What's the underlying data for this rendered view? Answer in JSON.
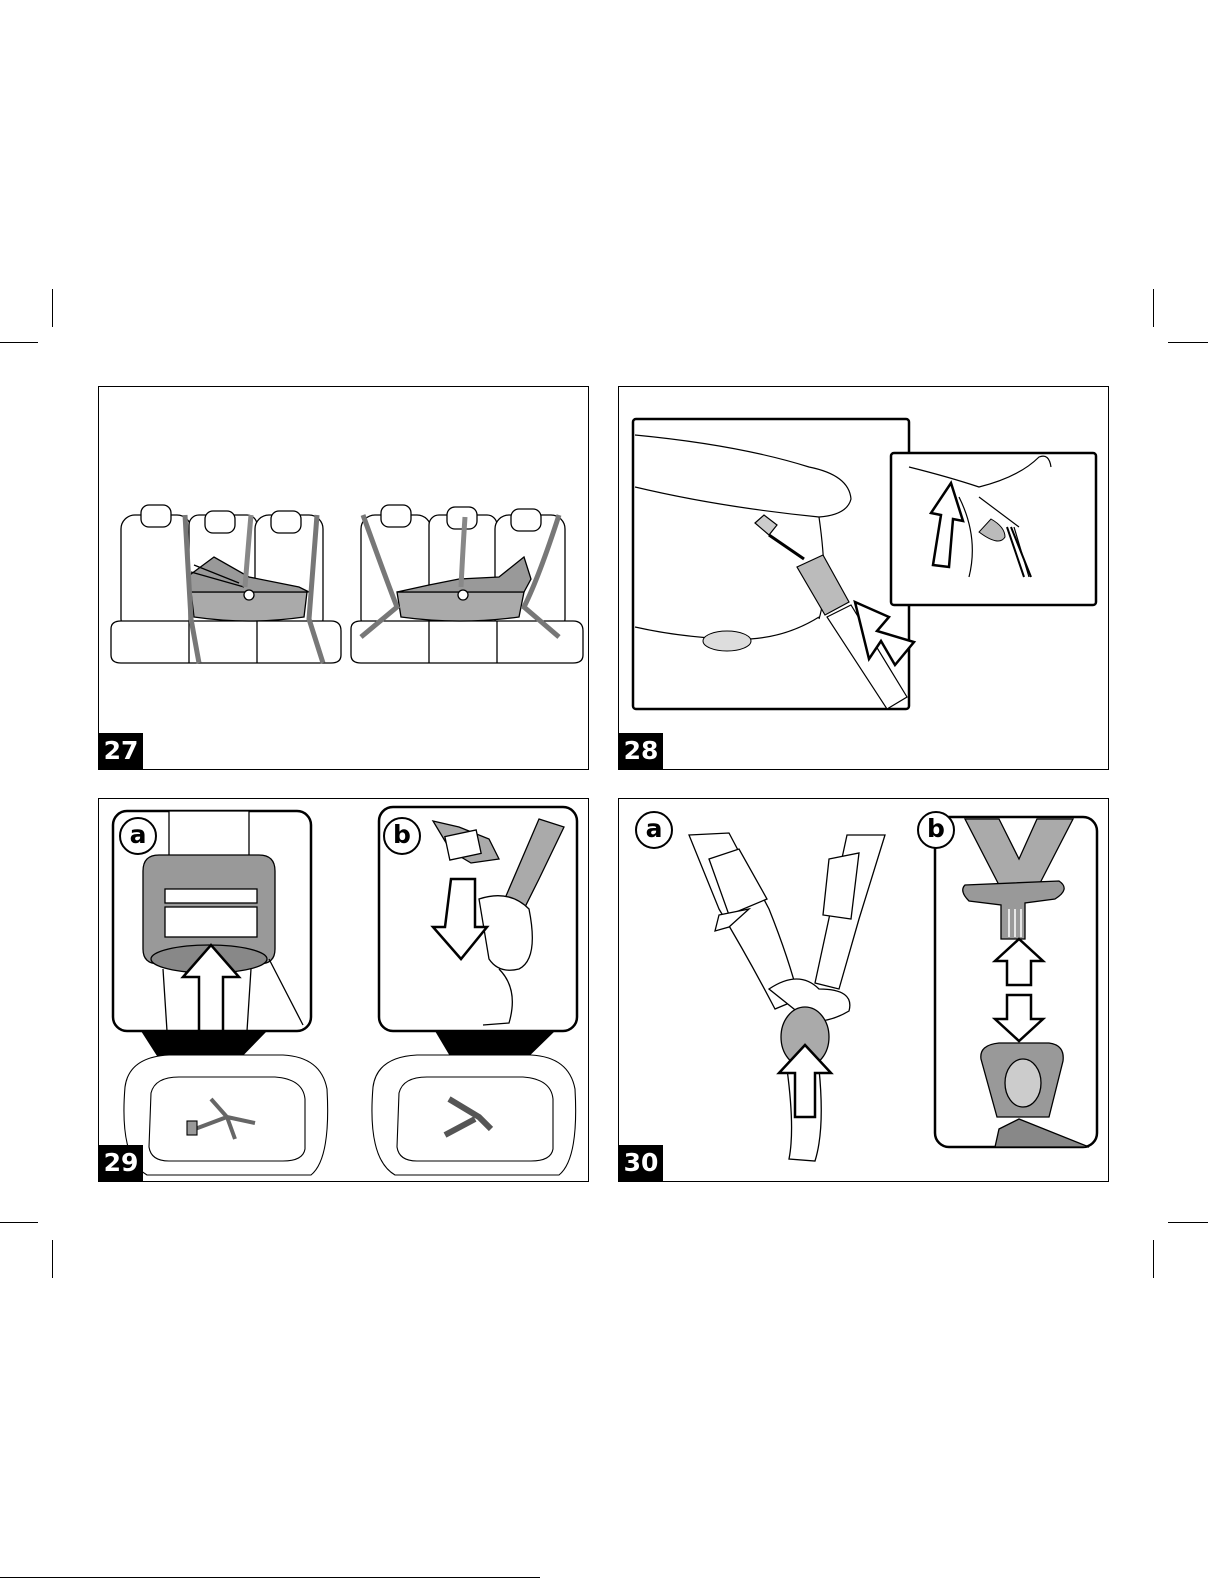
{
  "figures": [
    {
      "number": "27"
    },
    {
      "number": "28"
    },
    {
      "number": "29",
      "labels": [
        "a",
        "b"
      ]
    },
    {
      "number": "30",
      "labels": [
        "a",
        "b"
      ]
    }
  ]
}
